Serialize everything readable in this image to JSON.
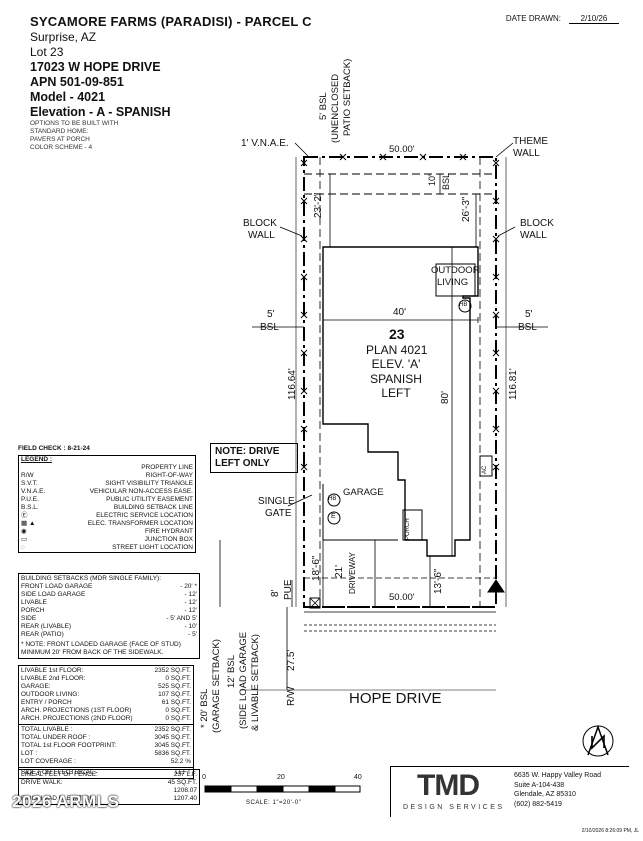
{
  "header": {
    "community": "SYCAMORE FARMS (PARADISI) - PARCEL C",
    "city": "Surprise, AZ",
    "lot": "Lot 23",
    "address": "17023 W HOPE DRIVE",
    "apn": "APN 501-09-851",
    "model": "Model - 4021",
    "elevation": "Elevation - A - SPANISH",
    "notes": [
      "OPTIONS TO BE BUILT WITH",
      "STANDARD HOME:",
      "PAVERS AT PORCH",
      "COLOR SCHEME - 4"
    ]
  },
  "date_drawn": {
    "label": "DATE DRAWN:",
    "value": "2/10/26"
  },
  "plan": {
    "lot_number": "23",
    "plan_line": "PLAN 4021",
    "elev_line": "ELEV. 'A'",
    "style_line": "SPANISH",
    "hand_line": "LEFT",
    "rear_setback": [
      "5' BSL",
      "(UNENCLOSED",
      "PATIO SETBACK)"
    ],
    "vnae": "1' V.N.A.E.",
    "theme_wall": [
      "THEME",
      "WALL"
    ],
    "block_wall": [
      "BLOCK",
      "WALL"
    ],
    "bsl_5": "5'",
    "bsl": "BSL",
    "dim_top": "50.00'",
    "dim_bottom": "50.00'",
    "dim_width": "40'",
    "dim_depth": "80'",
    "dim_left": "116.64'",
    "dim_right": "116.81'",
    "dim_rear_23": "23'-2\"",
    "dim_rear_26": "26'-3\"",
    "dim_10": "10'",
    "dim_10_bsl": "BSL",
    "outdoor_living": [
      "OUTDOOR",
      "LIVING"
    ],
    "hb": "HB",
    "e": "E",
    "garage": "GARAGE",
    "porch": "PORCH",
    "single_gate": [
      "SINGLE",
      "GATE"
    ],
    "note_drive": [
      "NOTE: DRIVE",
      "LEFT ONLY"
    ],
    "dim_18_6": "18'-6\"",
    "dim_21": "21'",
    "driveway": "DRIVEWAY",
    "dim_13_6": "13'-6\"",
    "dim_8": "8'",
    "pue": "PUE",
    "dim_27_5": "27.5'",
    "rw": "R/W",
    "setback_20": [
      "* 20' BSL",
      "(GARAGE SETBACK)"
    ],
    "setback_12": [
      "12' BSL",
      "(SIDE LOAD GARAGE",
      "& LIVABLE SETBACK)"
    ],
    "street": "HOPE DRIVE",
    "ac": "AC"
  },
  "field_check": "FIELD CHECK : 8-21-24",
  "legend": {
    "title": "LEGEND :",
    "items": [
      {
        "abbr": "",
        "desc": "PROPERTY LINE"
      },
      {
        "abbr": "R/W",
        "desc": "RIGHT-OF-WAY"
      },
      {
        "abbr": "S.V.T.",
        "desc": "SIGHT VISIBILITY TRIANGLE"
      },
      {
        "abbr": "V.N.A.E.",
        "desc": "VEHICULAR NON-ACCESS EASE."
      },
      {
        "abbr": "P.U.E.",
        "desc": "PUBLIC UTILITY EASEMENT"
      },
      {
        "abbr": "B.S.L.",
        "desc": "BUILDING SETBACK LINE"
      },
      {
        "abbr": "",
        "desc": "ELECTRIC SERVICE LOCATION"
      },
      {
        "abbr": "",
        "desc": "ELEC. TRANSFORMER LOCATION"
      },
      {
        "abbr": "",
        "desc": "FIRE HYDRANT"
      },
      {
        "abbr": "",
        "desc": "JUNCTION BOX"
      },
      {
        "abbr": "",
        "desc": "STREET LIGHT LOCATION"
      }
    ]
  },
  "setbacks": {
    "title": "BUILDING SETBACKS (MDR SINGLE FAMILY):",
    "rows": [
      {
        "k": "FRONT LOAD GARAGE",
        "v": "- 20' *"
      },
      {
        "k": "SIDE LOAD GARAGE",
        "v": "- 12'"
      },
      {
        "k": "LIVABLE",
        "v": "- 12'"
      },
      {
        "k": "PORCH",
        "v": "- 12'"
      },
      {
        "k": "SIDE",
        "v": "- 5' AND 5'"
      },
      {
        "k": "REAR (LIVABLE)",
        "v": "- 10'"
      },
      {
        "k": "REAR (PATIO)",
        "v": "- 5'"
      }
    ],
    "note": "* NOTE: FRONT LOADED GARAGE (FACE OF STUD) MINIMUM 20' FROM BACK OF THE SIDEWALK."
  },
  "areas": {
    "rows1": [
      {
        "k": "LIVABLE 1st FLOOR:",
        "v": "2352 SQ.FT."
      },
      {
        "k": "LIVABLE 2nd FLOOR:",
        "v": "0 SQ.FT."
      },
      {
        "k": "GARAGE:",
        "v": "525 SQ.FT."
      },
      {
        "k": "OUTDOOR LIVING:",
        "v": "107 SQ.FT."
      },
      {
        "k": "ENTRY / PORCH",
        "v": "61 SQ.FT."
      },
      {
        "k": "ARCH. PROJECTIONS (1ST FLOOR)",
        "v": "0 SQ.FT."
      },
      {
        "k": "ARCH. PROJECTIONS (2ND FLOOR)",
        "v": "0 SQ.FT."
      }
    ],
    "rows2": [
      {
        "k": "TOTAL LIVABLE :",
        "v": "2352 SQ.FT."
      },
      {
        "k": "TOTAL UNDER ROOF :",
        "v": "3045 SQ.FT."
      },
      {
        "k": "TOTAL 1st FLOOR FOOTPRINT:",
        "v": "3045 SQ.FT."
      },
      {
        "k": "LOT :",
        "v": "5836 SQ.FT."
      },
      {
        "k": "LOT COVERAGE :",
        "v": "52.2 %"
      }
    ],
    "side_elec": {
      "k": "SIDE FOR ELECTRICAL -",
      "v": "LEFT"
    }
  },
  "fence": {
    "rows": [
      {
        "k": "LINEAL FEET OF FENCE:",
        "v": "237 L.F."
      },
      {
        "k": "DRIVE WALK:",
        "v": "45 SQ.FT."
      },
      {
        "k": "",
        "v": "1208.07"
      },
      {
        "k": "FINISH PAD ELEVATION:",
        "v": "1207.40"
      }
    ]
  },
  "scale": {
    "ticks": [
      "0",
      "20",
      "40"
    ],
    "label": "SCALE:  1\"=20'-0\""
  },
  "logo": {
    "mark": "TMD",
    "tagline": "DESIGN SERVICES"
  },
  "firm_address": [
    "6635 W. Happy Valley Road",
    "Suite A-104-438",
    "Glendale, AZ 85310",
    "(602) 882-5419"
  ],
  "watermark": "2026 ARMLS",
  "footer_stamp": "2/10/2026 8:26:09 PM, JL"
}
